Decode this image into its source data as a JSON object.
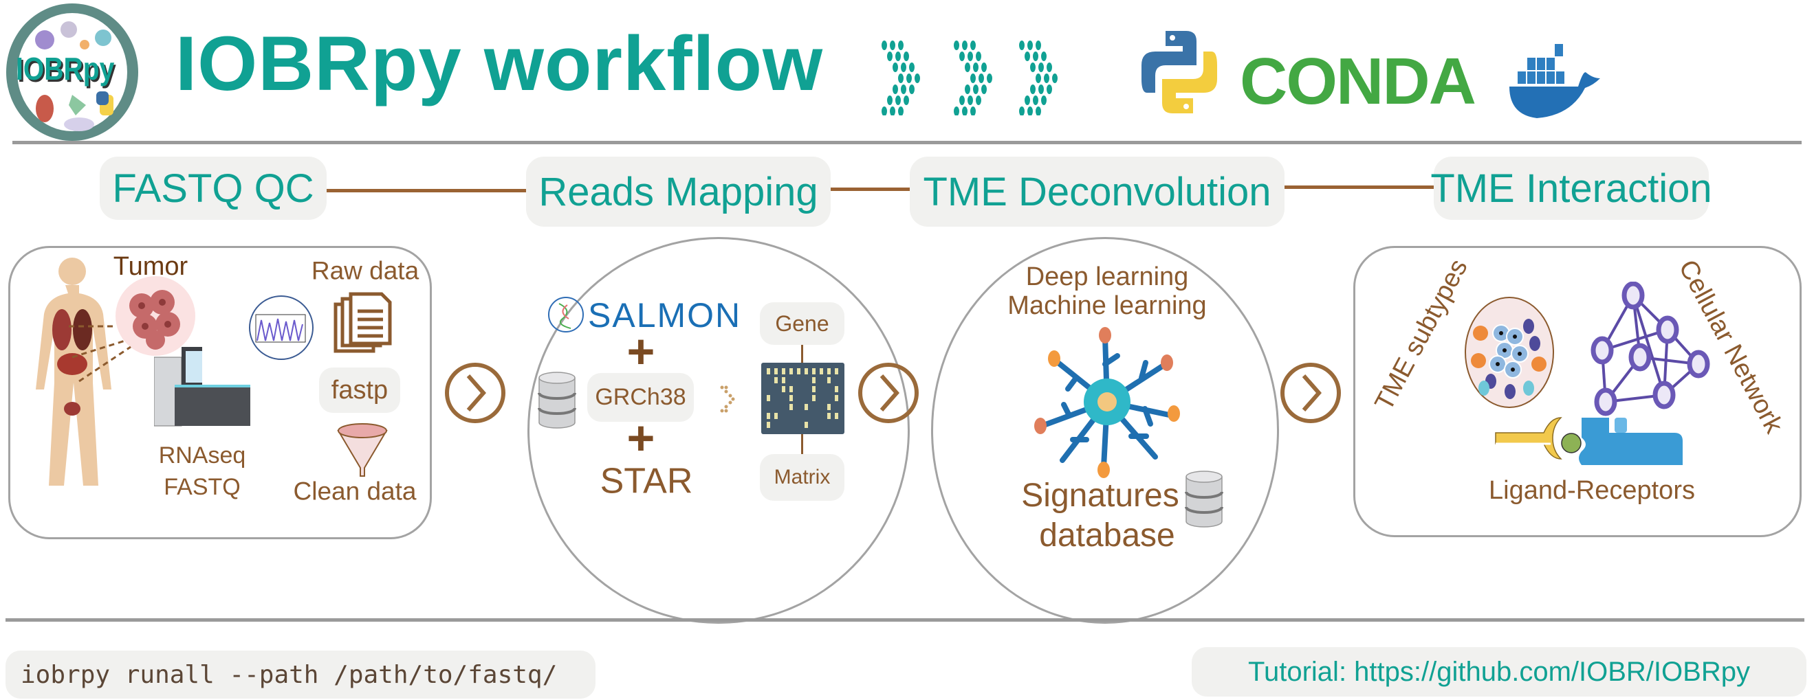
{
  "header": {
    "logo_text": "IOBRpy",
    "title": "IOBRpy workflow",
    "tool_logos": [
      "python-logo",
      "conda-logo",
      "docker-logo"
    ],
    "conda_text": "CONDA"
  },
  "stages": [
    {
      "label": "FASTQ QC"
    },
    {
      "label": "Reads Mapping"
    },
    {
      "label": "TME Deconvolution"
    },
    {
      "label": "TME Interaction"
    }
  ],
  "qc_panel": {
    "tumor": "Tumor",
    "raw_data": "Raw data",
    "fastp": "fastp",
    "rnaseq": "RNAseq",
    "fastq": "FASTQ",
    "clean_data": "Clean data"
  },
  "mapping_panel": {
    "salmon": "SALMON",
    "plus": "+",
    "genome": "GRCh38",
    "star": "STAR",
    "gene": "Gene",
    "matrix": "Matrix"
  },
  "deconv_panel": {
    "line1": "Deep learning",
    "line2": "Machine learning",
    "sig1": "Signatures",
    "sig2": "database"
  },
  "interaction_panel": {
    "subtypes": "TME subtypes",
    "network": "Cellular Network",
    "ligand": "Ligand-Receptors"
  },
  "footer": {
    "command": "iobrpy runall --path /path/to/fastq/",
    "tutorial": "Tutorial: https://github.com/IOBR/IOBRpy"
  },
  "colors": {
    "teal": "#10a193",
    "brown": "#8b5a2e",
    "accent_blue": "#1a6fb5"
  }
}
